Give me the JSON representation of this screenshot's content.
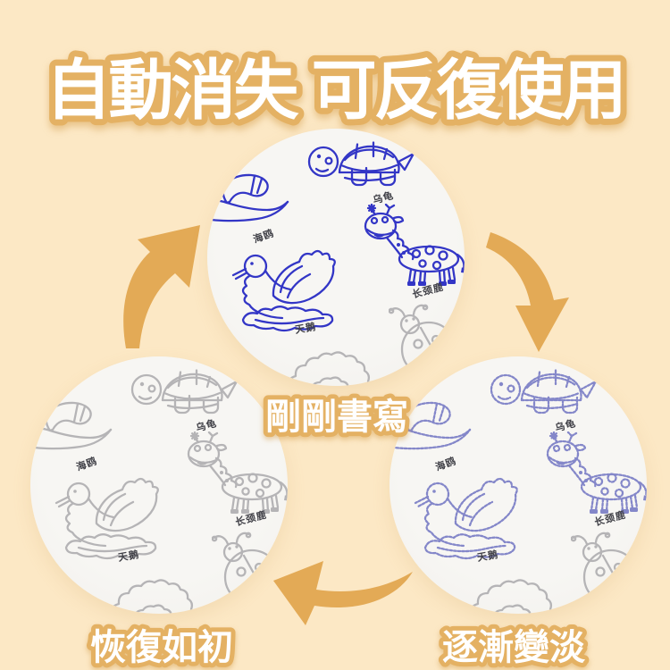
{
  "title": "自動消失 可反復使用",
  "stages": [
    {
      "id": "fresh",
      "caption": "剛剛書寫"
    },
    {
      "id": "fading",
      "caption": "逐漸變淡"
    },
    {
      "id": "restored",
      "caption": "恢復如初"
    }
  ],
  "animal_labels": {
    "turtle": "乌龟",
    "seagull": "海鸥",
    "swan": "天鹅",
    "giraffe": "长颈鹿"
  },
  "colors": {
    "background": "#fce8c5",
    "paper": "#f7f6f3",
    "title_outline": "#e4b163",
    "arrow": "#e3aa56",
    "ink_fresh": "#3336c6",
    "ink_fading": "#8487c9",
    "printed_gray": "#b5b4b6",
    "label_ink": "#3f3f46"
  }
}
